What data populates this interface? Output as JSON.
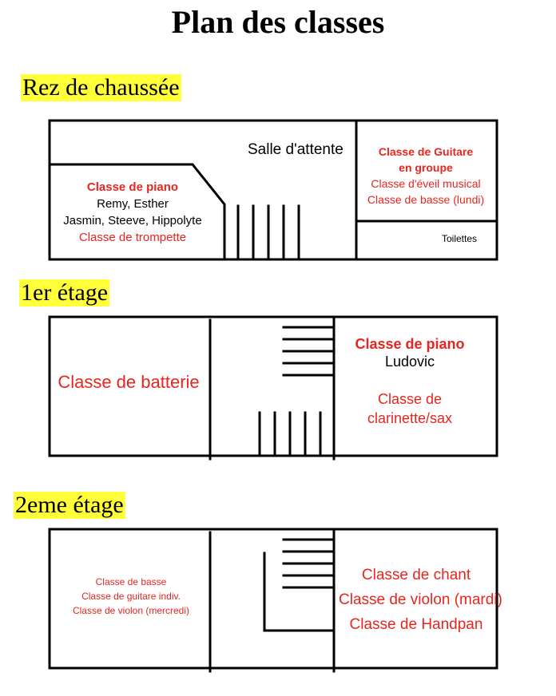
{
  "title": "Plan des classes",
  "floors": [
    {
      "label": "Rez de chaussée",
      "rooms": {
        "waiting_room": "Salle d'attente",
        "piano_room": {
          "heading": "Classe de piano",
          "teachers_line1": "Remy, Esther",
          "teachers_line2": "Jasmin, Steeve, Hippolyte",
          "extra": "Classe de trompette"
        },
        "guitar_room": {
          "line1": "Classe de Guitare",
          "line2": "en groupe",
          "line3": "Classe d'éveil musical",
          "line4": "Classe de basse (lundi)"
        },
        "toilets": "Toilettes"
      }
    },
    {
      "label": "1er étage",
      "rooms": {
        "drums_room": "Classe de batterie",
        "piano_room": {
          "heading": "Classe de piano",
          "teacher": "Ludovic",
          "extra_line1": "Classe de",
          "extra_line2": "clarinette/sax"
        }
      }
    },
    {
      "label": "2eme étage",
      "rooms": {
        "left_room": {
          "line1": "Classe de basse",
          "line2": "Classe de guitare indiv.",
          "line3": "Classe de violon (mercredi)"
        },
        "right_room": {
          "line1": "Classe de chant",
          "line2": "Classe de violon (mardi)",
          "line3": "Classe de Handpan"
        }
      }
    }
  ],
  "colors": {
    "highlight": "#ffff3a",
    "red_text": "#e8251f",
    "wall": "#000000"
  }
}
